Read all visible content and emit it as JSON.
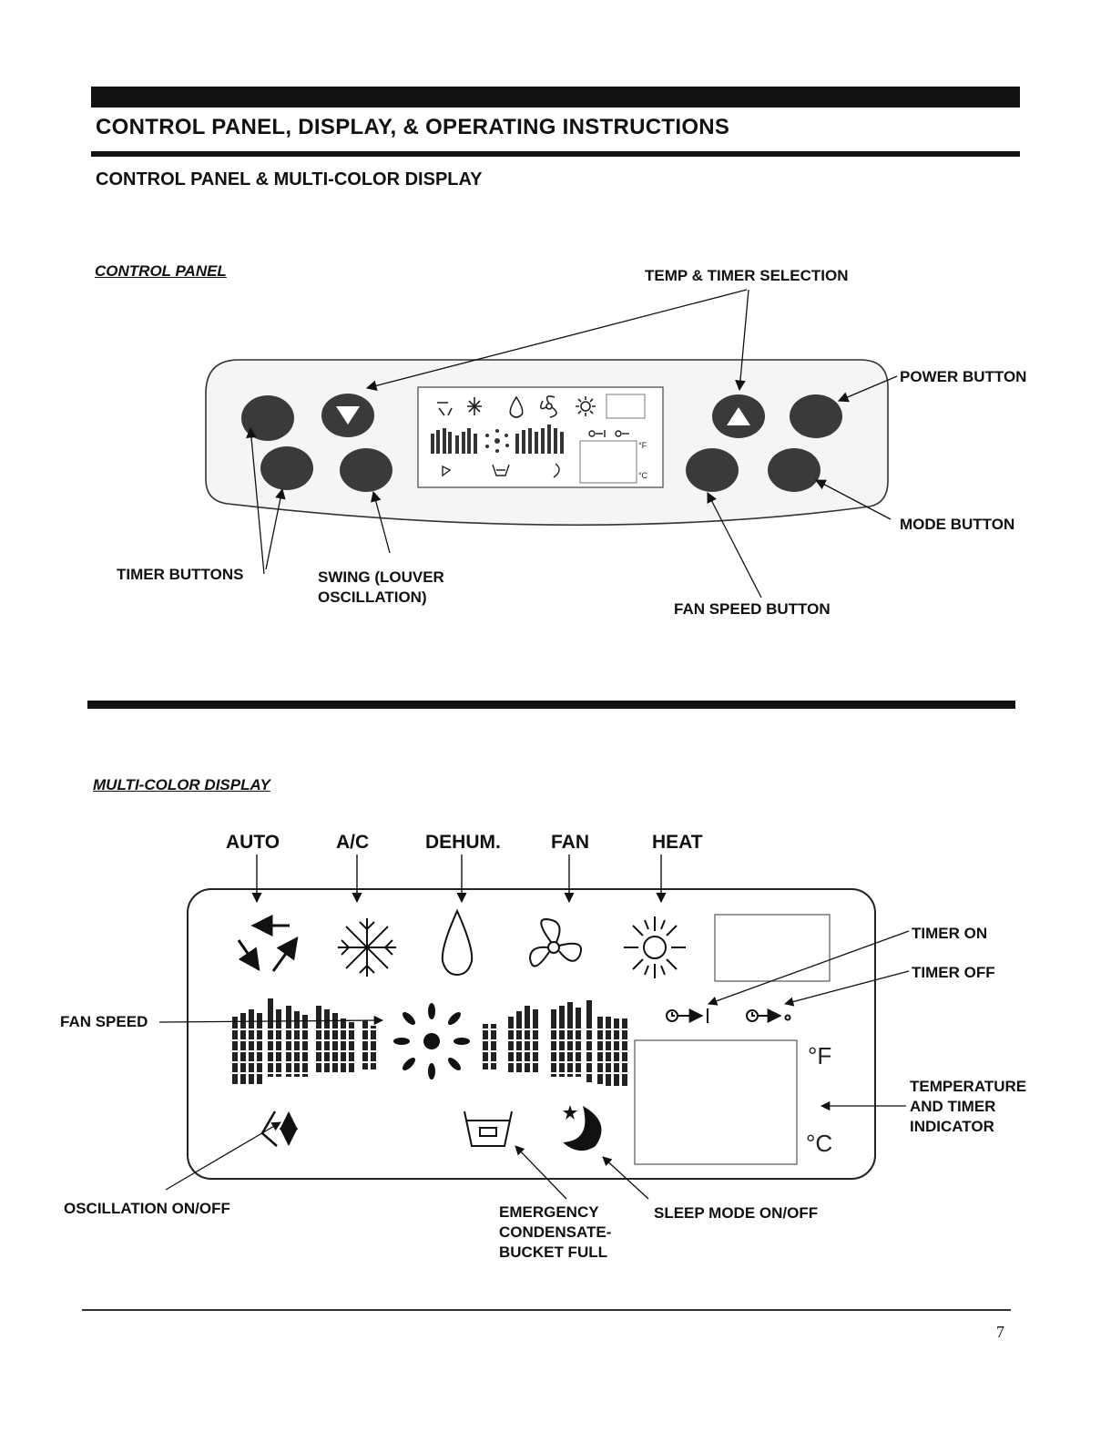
{
  "header": {
    "title": "CONTROL PANEL, DISPLAY, & OPERATING INSTRUCTIONS",
    "subtitle": "CONTROL PANEL & MULTI-COLOR DISPLAY"
  },
  "control_panel": {
    "section_label": "CONTROL PANEL",
    "callouts": {
      "temp_timer": "TEMP & TIMER SELECTION",
      "power": "POWER BUTTON",
      "mode": "MODE BUTTON",
      "timer_buttons": "TIMER BUTTONS",
      "swing_line1": "SWING (LOUVER",
      "swing_line2": "OSCILLATION)",
      "fan_speed": "FAN SPEED BUTTON"
    },
    "mini_display": {
      "unit_f": "°F",
      "unit_c": "°C"
    }
  },
  "display": {
    "section_label": "MULTI-COLOR DISPLAY",
    "modes": [
      "AUTO",
      "A/C",
      "DEHUM.",
      "FAN",
      "HEAT"
    ],
    "callouts": {
      "timer_on": "TIMER ON",
      "timer_off": "TIMER OFF",
      "fan_speed": "FAN SPEED",
      "temp_line1": "TEMPERATURE",
      "temp_line2": "AND TIMER",
      "temp_line3": "INDICATOR",
      "oscillation": "OSCILLATION ON/OFF",
      "emergency_line1": "EMERGENCY",
      "emergency_line2": "CONDENSATE-",
      "emergency_line3": "BUCKET FULL",
      "sleep": "SLEEP MODE ON/OFF"
    },
    "unit_f": "°F",
    "unit_c": "°C"
  },
  "footer": {
    "page_number": "7"
  }
}
